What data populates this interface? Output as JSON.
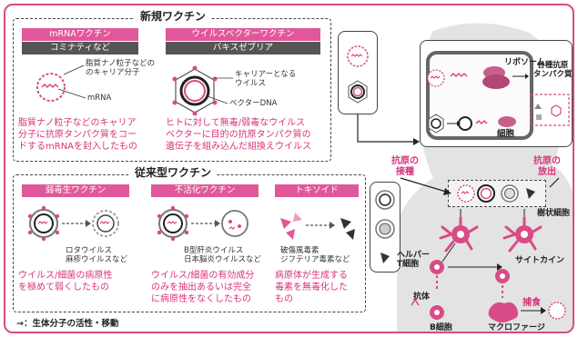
{
  "colors": {
    "accent": "#d84b86",
    "dark_tag": "#555555",
    "pink_tag": "#e0589a",
    "grey_bg": "#e3e3e3"
  },
  "new_vaccine": {
    "title": "新規ワクチン",
    "mrna": {
      "tag": "mRNAワクチン",
      "example": "コミナティなど",
      "label_carrier": "脂質ナノ粒子などの\nのキャリア分子",
      "label_mrna": "mRNA",
      "desc": "脂質ナノ粒子などのキャリア\n分子に抗原タンパク質をコー\nドするmRNAを封入したもの"
    },
    "vector": {
      "tag": "ウイルスベクターワクチン",
      "example": "バキスゼブリア",
      "label_carrier": "キャリアーとなる\nウイルス",
      "label_dna": "ベクターDNA",
      "desc": "ヒトに対して無毒/弱毒なウイルス\nベクターに目的の抗原タンパク質の\n遺伝子を組み込んだ組換えウイルス"
    }
  },
  "cell_panel": {
    "ribosome": "リボソーム",
    "antigen_proteins": "各種抗原\nタンパク質",
    "cell": "細胞"
  },
  "conventional_vaccine": {
    "title": "従来型ワクチン",
    "attenuated": {
      "tag": "弱毒生ワクチン",
      "example": "ロタウイルス\n麻疹ウイルスなど",
      "desc": "ウイルス/細菌の病原性\nを極めて弱くしたもの"
    },
    "inactivated": {
      "tag": "不活化ワクチン",
      "example": "B型肝炎ウイルス\n日本脳炎ウイルスなど",
      "desc": "ウイルス/細菌の有効成分\nのみを抽出あるいは完全\nに病原性をなくしたもの"
    },
    "toxoid": {
      "tag": "トキソイド",
      "example": "破傷風毒素\nジフテリア毒素など",
      "desc": "病原体が生成する\n毒素を無毒化した\nもの"
    }
  },
  "immune": {
    "antigen_inoculation": "抗原の\n接種",
    "antigen_release": "抗原の\n放出",
    "dendritic_cell": "樹状細胞",
    "helper_t": "ヘルパー\nT細胞",
    "cytokine": "サイトカイン",
    "antibody": "抗体",
    "b_cell": "B細胞",
    "phagocytosis": "捕食",
    "macrophage": "マクロファージ"
  },
  "legend": {
    "arrow": "→",
    "text": "：生体分子の活性・移動"
  }
}
